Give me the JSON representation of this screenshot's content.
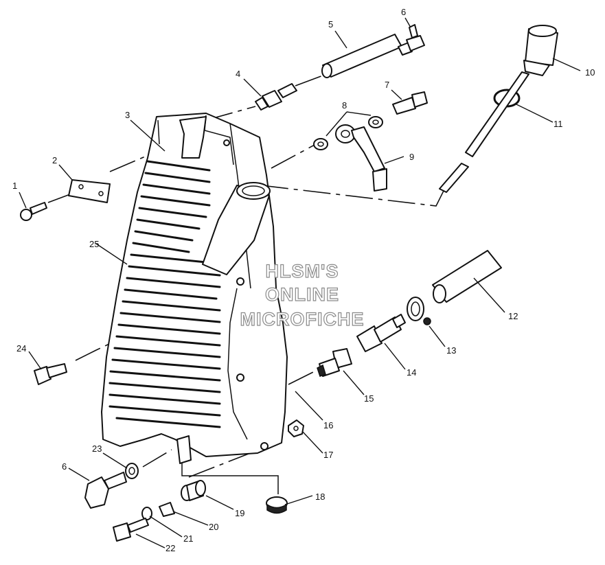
{
  "callouts": [
    "1",
    "2",
    "3",
    "4",
    "5",
    "6",
    "7",
    "8",
    "9",
    "10",
    "11",
    "12",
    "13",
    "14",
    "15",
    "16",
    "17",
    "18",
    "19",
    "20",
    "21",
    "22",
    "23",
    "24",
    "25",
    "6"
  ],
  "watermark": [
    "HLSM'S",
    "ONLINE",
    "MICROFICHE"
  ]
}
